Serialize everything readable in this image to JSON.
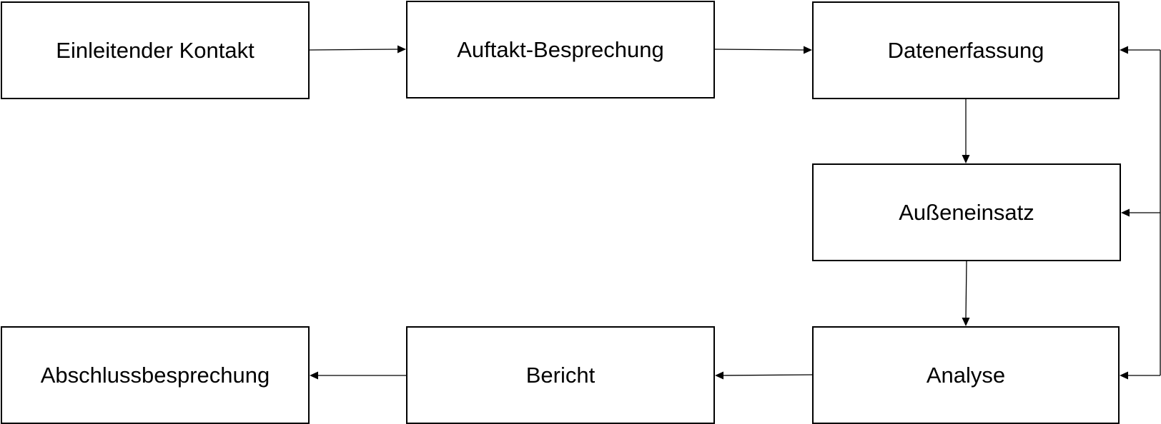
{
  "diagram": {
    "nodes": [
      {
        "id": "n1",
        "label": "Einleitender Kontakt"
      },
      {
        "id": "n2",
        "label": "Auftakt-Besprechung"
      },
      {
        "id": "n3",
        "label": "Datenerfassung"
      },
      {
        "id": "n4",
        "label": "Außeneinsatz"
      },
      {
        "id": "n5",
        "label": "Analyse"
      },
      {
        "id": "n6",
        "label": "Bericht"
      },
      {
        "id": "n7",
        "label": "Abschlussbesprechung"
      }
    ],
    "edges": [
      {
        "from": "Einleitender Kontakt",
        "to": "Auftakt-Besprechung"
      },
      {
        "from": "Auftakt-Besprechung",
        "to": "Datenerfassung"
      },
      {
        "from": "Datenerfassung",
        "to": "Außeneinsatz"
      },
      {
        "from": "Außeneinsatz",
        "to": "Analyse"
      },
      {
        "from": "Analyse",
        "to": "Bericht"
      },
      {
        "from": "Bericht",
        "to": "Abschlussbesprechung"
      },
      {
        "from": "Analyse",
        "to": "Datenerfassung",
        "kind": "feedback"
      },
      {
        "from": "Analyse",
        "to": "Außeneinsatz",
        "kind": "feedback"
      },
      {
        "from": "Analyse",
        "to": "Analyse",
        "kind": "feedback"
      }
    ],
    "colors": {
      "stroke": "#000000",
      "fill": "#ffffff",
      "text": "#000000"
    }
  }
}
